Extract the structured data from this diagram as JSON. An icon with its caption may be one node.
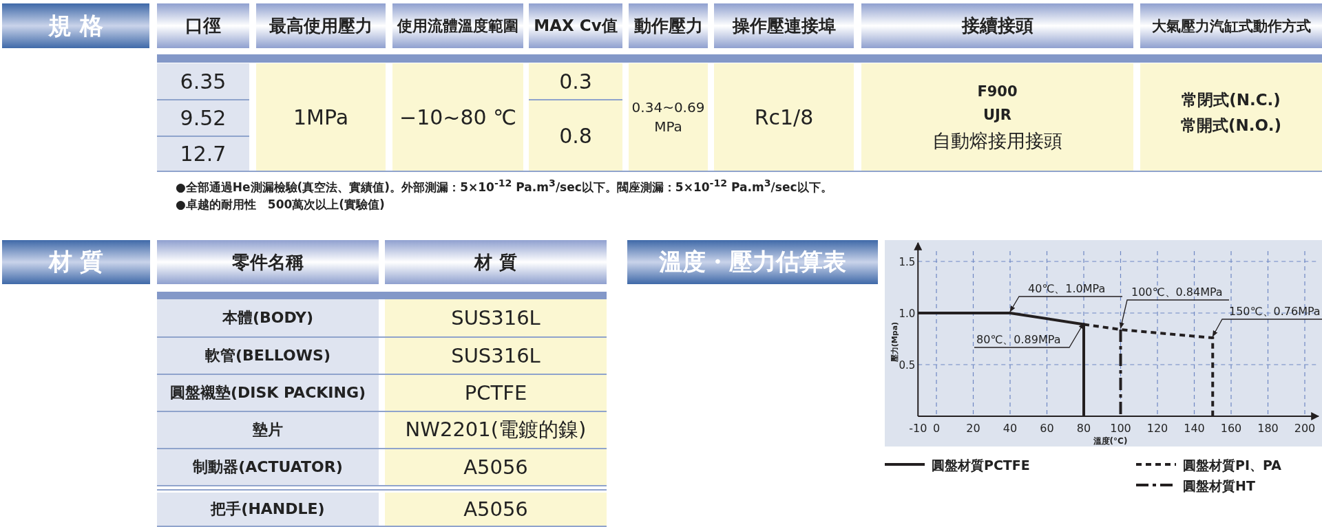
{
  "diagram": {
    "nodes": [
      {
        "text": [
          "規 格"
        ]
      },
      {
        "text": [
          "口徑"
        ]
      },
      {
        "text": [
          "最高使用壓力"
        ]
      },
      {
        "text": [
          "使用流體溫度範圍"
        ]
      },
      {
        "text": [
          "MAX Cv值"
        ]
      },
      {
        "text": [
          "動作壓力"
        ]
      },
      {
        "text": [
          "操作壓連接埠"
        ]
      },
      {
        "text": [
          "接續接頭"
        ]
      },
      {
        "text": [
          "大氣壓力汽缸式動作方式"
        ]
      },
      {
        "text": [
          "材 質"
        ]
      },
      {
        "text": [
          "零件名稱"
        ]
      },
      {
        "text": [
          "材 質"
        ]
      },
      {
        "text": [
          "溫度・壓力估算表"
        ]
      }
    ],
    "labels": [
      "6.35",
      "1MPa",
      "−10~80 ℃",
      "0.3",
      "0.34~0.69 MPa",
      "Rc1/8",
      "F900",
      "UJR",
      "自動熔接用接頭",
      "常閉式(N.C.)",
      "常開式(N.O.)",
      "9.52",
      "0.8",
      "12.7",
      "●全部通過He測漏檢驗(真空法、實績值)。外部測漏：5×10$^{-12}$ Pa.m$^{3}$/sec以下。閥座測漏：5×10$^{-12}$ Pa.m$^{3}$/sec以下。",
      "●卓越的耐用性　500萬次以上(實驗值)",
      "本體(BODY)",
      "SUS316L",
      "軟管(BELLOWS)",
      "SUS316L",
      "圓盤襯墊(DISK PACKING)",
      "PCTFE",
      "墊片",
      "NW2201(電鍍的鎳)",
      "制動器(ACTUATOR)",
      "A5056",
      "把手(HANDLE)",
      "A5056"
    ],
    "legend": [
      {
        "text": "圓盤材質PCTFE"
      },
      {
        "text": "圓盤材質PI、PA"
      },
      {
        "text": "圓盤材質HT"
      }
    ],
    "chart_data": {
      "type": "line",
      "xlabel": "溫度(°C)",
      "ylabel": "壓力(Mpa)",
      "x": [
        -10,
        40,
        80,
        80,
        100,
        100,
        150,
        150
      ],
      "series": [
        {
          "color": "#231f20",
          "line_style": "solid",
          "values": [
            1.0,
            1.0,
            0.89,
            0,
            null,
            null,
            null,
            null
          ]
        },
        {
          "color": "#231f20",
          "line_style": "dashed",
          "values": [
            null,
            null,
            0.89,
            0.89,
            0.84,
            0.84,
            0.76,
            0
          ]
        },
        {
          "color": "#231f20",
          "line_style": "dashdot",
          "values": [
            null,
            null,
            null,
            null,
            0.84,
            0,
            null,
            null
          ]
        }
      ],
      "xlim": [
        -10,
        200
      ],
      "ylim": [
        0,
        1.6
      ],
      "grid": true,
      "xticks": [
        -10,
        0,
        20,
        40,
        60,
        80,
        100,
        120,
        140,
        160,
        180,
        200
      ],
      "yticks": [
        {
          "value": 0.5,
          "label": "0.5"
        },
        {
          "value": 1,
          "label": "1.0"
        },
        {
          "value": 1.5,
          "label": "1.5"
        }
      ],
      "annotations": [
        {
          "x": 40,
          "y": 1.0,
          "text": "40℃、1.0MPa"
        },
        {
          "x": 100,
          "y": 0.84,
          "text": "100℃、0.84MPa"
        },
        {
          "x": 150,
          "y": 0.76,
          "text": "150℃、0.76MPa"
        },
        {
          "x": 80,
          "y": 0.89,
          "text": "80℃、0.89MPa"
        }
      ]
    }
  }
}
